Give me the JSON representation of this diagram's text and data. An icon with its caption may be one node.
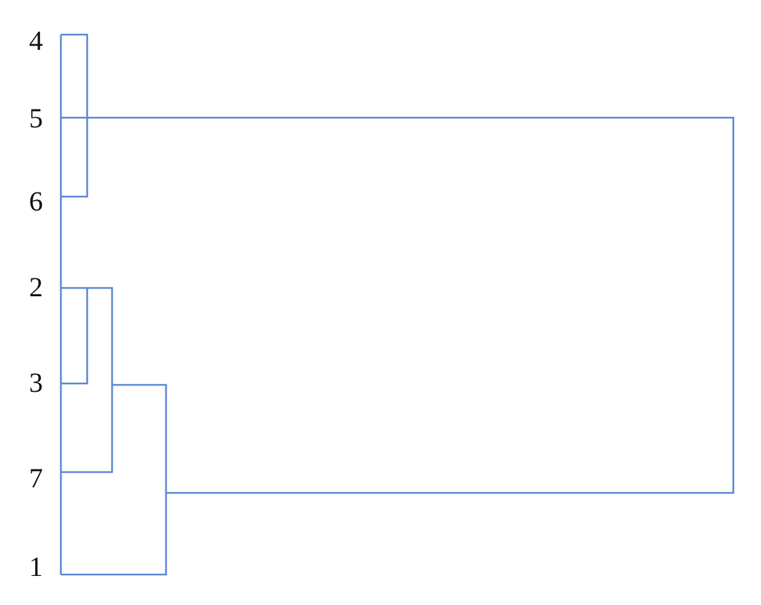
{
  "diagram": {
    "labels": [
      "4",
      "5",
      "6",
      "2",
      "3",
      "7",
      "1"
    ]
  }
}
